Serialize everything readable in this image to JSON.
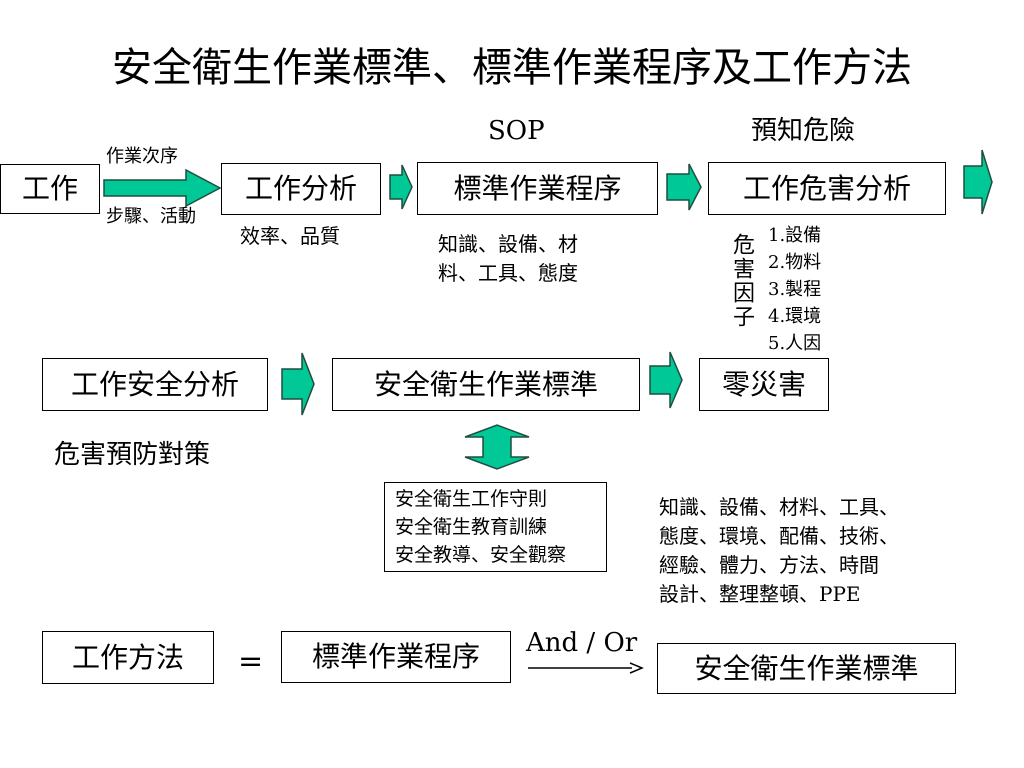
{
  "title": "安全衛生作業標準、標準作業程序及工作方法",
  "row1": {
    "sop_label": "SOP",
    "hazard_label": "預知危險",
    "box_work": "工作",
    "box_work_analysis": "工作分析",
    "box_sop": "標準作業程序",
    "box_hazard_analysis": "工作危害分析",
    "arrow_top_label": "作業次序",
    "arrow_bottom_label": "步驟、活動",
    "analysis_note": "效率、品質",
    "sop_note": "知識、設備、材\n料、工具、態度",
    "factor_vertical": "危害因子",
    "factor_list": "1.設備\n2.物料\n3.製程\n4.環境\n5.人因"
  },
  "row2": {
    "box_safety_analysis": "工作安全分析",
    "box_safety_standard": "安全衛生作業標準",
    "box_zero": "零災害",
    "prevention_label": "危害預防對策",
    "rules_lines": "安全衛生工作守則\n安全衛生教育訓練\n安全教導、安全觀察",
    "elements_note": "知識、設備、材料、工具、\n態度、環境、配備、技術、\n經驗、體力、方法、時間\n設計、整理整頓、PPE"
  },
  "row3": {
    "box_method": "工作方法",
    "equals": "=",
    "box_sop": "標準作業程序",
    "and_or": "And / Or",
    "box_safety_standard": "安全衛生作業標準"
  },
  "colors": {
    "arrow_fill": "#00c896",
    "arrow_stroke": "#1f4f3f"
  }
}
